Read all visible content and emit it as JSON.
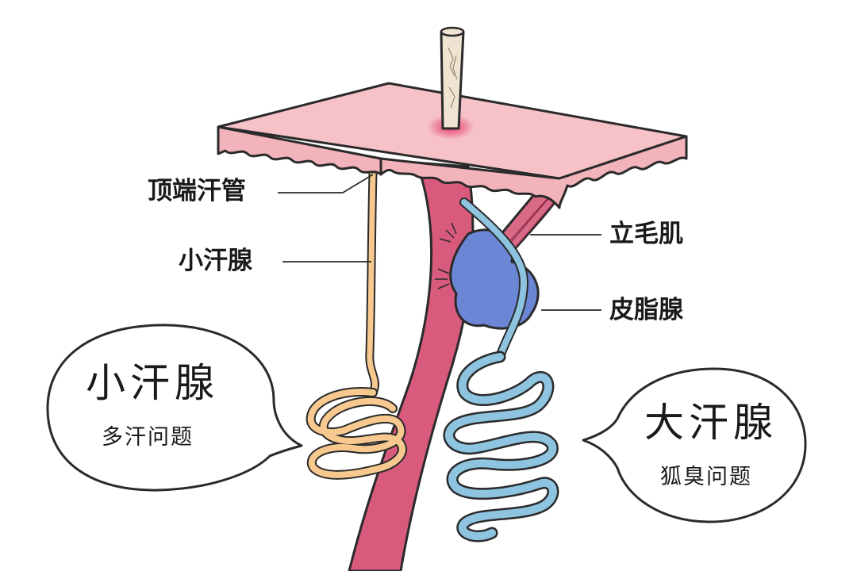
{
  "labels": {
    "apical_duct": "顶端汗管",
    "eccrine_gland": "小汗腺",
    "arrector_pili": "立毛肌",
    "sebaceous_gland": "皮脂腺"
  },
  "bubbles": {
    "left": {
      "title": "小汗腺",
      "subtitle": "多汗问题"
    },
    "right": {
      "title": "大汗腺",
      "subtitle": "狐臭问题"
    }
  },
  "colors": {
    "skin_top": "#f6c2c8",
    "skin_side": "#f3b3bb",
    "hair_follicle": "#d85a7c",
    "eccrine": "#f7c98f",
    "apocrine": "#8ec4e0",
    "sebaceous": "#6c86d6",
    "muscle": "#d86a86",
    "outline": "#2a2a2a",
    "hair": "#efe4d2"
  }
}
